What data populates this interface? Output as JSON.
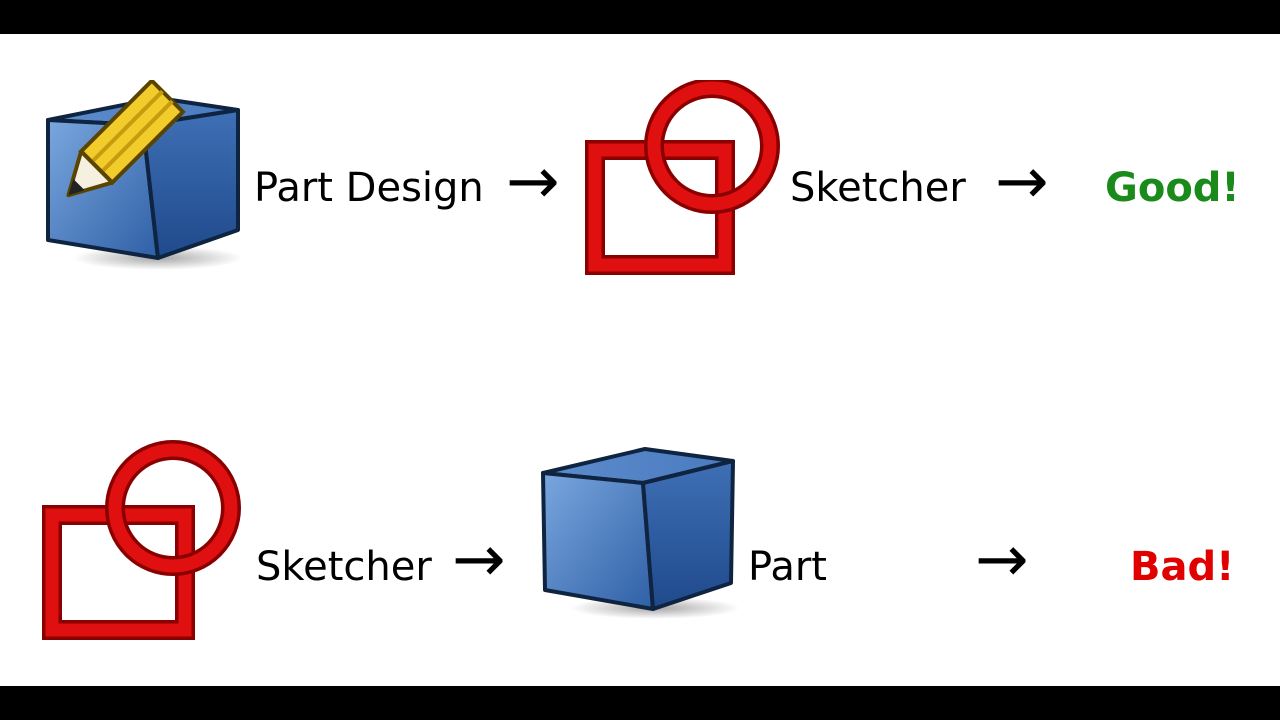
{
  "rows": [
    {
      "first_label": "Part Design",
      "second_label": "Sketcher",
      "arrow1": "→",
      "arrow2": "→",
      "verdict": "Good!",
      "verdict_color": "#1a8a1a"
    },
    {
      "first_label": "Sketcher",
      "second_label": "Part",
      "arrow1": "→",
      "arrow2": "→",
      "verdict": "Bad!",
      "verdict_color": "#e00000"
    }
  ],
  "icons": {
    "part_design": "part-design-workbench-icon",
    "sketcher": "sketcher-workbench-icon",
    "part": "part-workbench-icon"
  },
  "colors": {
    "sketch_red": "#e01010",
    "cube_blue": "#3a6aad"
  }
}
